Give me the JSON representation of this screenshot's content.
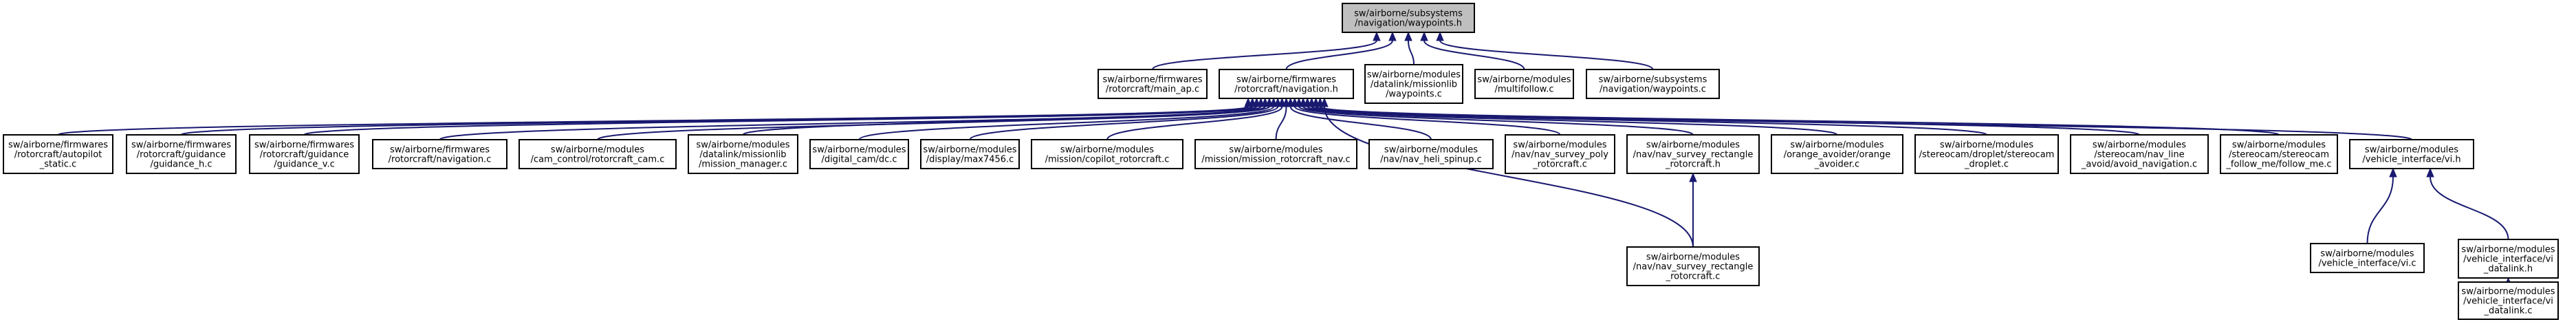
{
  "diagram": {
    "nodes": [
      {
        "id": "n0",
        "lines": [
          "sw/airborne/subsystems",
          "/navigation/waypoints.h"
        ],
        "root": true
      },
      {
        "id": "n1",
        "lines": [
          "sw/airborne/firmwares",
          "/rotorcraft/main_ap.c"
        ]
      },
      {
        "id": "n2",
        "lines": [
          "sw/airborne/firmwares",
          "/rotorcraft/navigation.h"
        ]
      },
      {
        "id": "n3",
        "lines": [
          "sw/airborne/modules",
          "/datalink/missionlib",
          "/waypoints.c"
        ]
      },
      {
        "id": "n4",
        "lines": [
          "sw/airborne/modules",
          "/multifollow.c"
        ]
      },
      {
        "id": "n5",
        "lines": [
          "sw/airborne/subsystems",
          "/navigation/waypoints.c"
        ]
      },
      {
        "id": "n6",
        "lines": [
          "sw/airborne/firmwares",
          "/rotorcraft/autopilot",
          "_static.c"
        ]
      },
      {
        "id": "n7",
        "lines": [
          "sw/airborne/firmwares",
          "/rotorcraft/guidance",
          "/guidance_h.c"
        ]
      },
      {
        "id": "n8",
        "lines": [
          "sw/airborne/firmwares",
          "/rotorcraft/guidance",
          "/guidance_v.c"
        ]
      },
      {
        "id": "n9",
        "lines": [
          "sw/airborne/firmwares",
          "/rotorcraft/navigation.c"
        ]
      },
      {
        "id": "n10",
        "lines": [
          "sw/airborne/modules",
          "/cam_control/rotorcraft_cam.c"
        ]
      },
      {
        "id": "n11",
        "lines": [
          "sw/airborne/modules",
          "/datalink/missionlib",
          "/mission_manager.c"
        ]
      },
      {
        "id": "n12",
        "lines": [
          "sw/airborne/modules",
          "/digital_cam/dc.c"
        ]
      },
      {
        "id": "n13",
        "lines": [
          "sw/airborne/modules",
          "/display/max7456.c"
        ]
      },
      {
        "id": "n14",
        "lines": [
          "sw/airborne/modules",
          "/mission/copilot_rotorcraft.c"
        ]
      },
      {
        "id": "n15",
        "lines": [
          "sw/airborne/modules",
          "/mission/mission_rotorcraft_nav.c"
        ]
      },
      {
        "id": "n16",
        "lines": [
          "sw/airborne/modules",
          "/nav/nav_heli_spinup.c"
        ]
      },
      {
        "id": "n17",
        "lines": [
          "sw/airborne/modules",
          "/nav/nav_survey_poly",
          "_rotorcraft.c"
        ]
      },
      {
        "id": "n18",
        "lines": [
          "sw/airborne/modules",
          "/nav/nav_survey_rectangle",
          "_rotorcraft.h"
        ]
      },
      {
        "id": "n19",
        "lines": [
          "sw/airborne/modules",
          "/orange_avoider/orange",
          "_avoider.c"
        ]
      },
      {
        "id": "n20",
        "lines": [
          "sw/airborne/modules",
          "/stereocam/droplet/stereocam",
          "_droplet.c"
        ]
      },
      {
        "id": "n21",
        "lines": [
          "sw/airborne/modules",
          "/stereocam/nav_line",
          "_avoid/avoid_navigation.c"
        ]
      },
      {
        "id": "n22",
        "lines": [
          "sw/airborne/modules",
          "/stereocam/stereocam",
          "_follow_me/follow_me.c"
        ]
      },
      {
        "id": "n23",
        "lines": [
          "sw/airborne/modules",
          "/vehicle_interface/vi.h"
        ]
      },
      {
        "id": "n24",
        "lines": [
          "sw/airborne/modules",
          "/nav/nav_survey_rectangle",
          "_rotorcraft.c"
        ]
      },
      {
        "id": "n25",
        "lines": [
          "sw/airborne/modules",
          "/vehicle_interface/vi.c"
        ]
      },
      {
        "id": "n26",
        "lines": [
          "sw/airborne/modules",
          "/vehicle_interface/vi",
          "_datalink.h"
        ]
      },
      {
        "id": "n27",
        "lines": [
          "sw/airborne/modules",
          "/vehicle_interface/vi",
          "_datalink.c"
        ]
      }
    ],
    "edges": [
      {
        "from": "n1",
        "to": "n0"
      },
      {
        "from": "n2",
        "to": "n0"
      },
      {
        "from": "n3",
        "to": "n0"
      },
      {
        "from": "n4",
        "to": "n0"
      },
      {
        "from": "n5",
        "to": "n0"
      },
      {
        "from": "n6",
        "to": "n2"
      },
      {
        "from": "n7",
        "to": "n2"
      },
      {
        "from": "n8",
        "to": "n2"
      },
      {
        "from": "n9",
        "to": "n2"
      },
      {
        "from": "n10",
        "to": "n2"
      },
      {
        "from": "n11",
        "to": "n2"
      },
      {
        "from": "n12",
        "to": "n2"
      },
      {
        "from": "n13",
        "to": "n2"
      },
      {
        "from": "n14",
        "to": "n2"
      },
      {
        "from": "n15",
        "to": "n2"
      },
      {
        "from": "n16",
        "to": "n2"
      },
      {
        "from": "n17",
        "to": "n2"
      },
      {
        "from": "n18",
        "to": "n2"
      },
      {
        "from": "n19",
        "to": "n2"
      },
      {
        "from": "n20",
        "to": "n2"
      },
      {
        "from": "n21",
        "to": "n2"
      },
      {
        "from": "n22",
        "to": "n2"
      },
      {
        "from": "n23",
        "to": "n2"
      },
      {
        "from": "n24",
        "to": "n2"
      },
      {
        "from": "n24",
        "to": "n18"
      },
      {
        "from": "n25",
        "to": "n23"
      },
      {
        "from": "n26",
        "to": "n23"
      },
      {
        "from": "n27",
        "to": "n26"
      }
    ]
  }
}
